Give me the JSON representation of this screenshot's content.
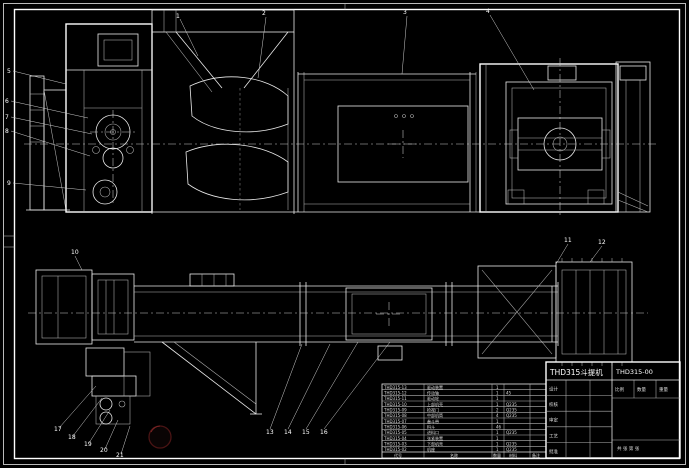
{
  "drawing": {
    "type": "bucket-elevator-assembly-cad-drawing",
    "colors": {
      "background": "#000000",
      "line": "#ffffff",
      "seal": "#4a1414"
    }
  },
  "title_block": {
    "product_title": "THD315斗提机",
    "drawing_number": "THD315-00",
    "sign_rows": [
      "设计",
      "校核",
      "审定",
      "工艺",
      "批准"
    ],
    "scale_label": "比例",
    "qty_label": "数量",
    "weight_label": "重量",
    "sheet_label": "共 张 第 张"
  },
  "bom": {
    "headers": [
      "代号",
      "名称",
      "数量",
      "材料",
      "备注"
    ],
    "rows": [
      {
        "code": "THD315-13",
        "name": "驱动装置",
        "qty": "1",
        "material": "",
        "remark": ""
      },
      {
        "code": "THD315-12",
        "name": "传动轴",
        "qty": "1",
        "material": "45",
        "remark": ""
      },
      {
        "code": "THD315-11",
        "name": "驱动轮",
        "qty": "1",
        "material": "",
        "remark": ""
      },
      {
        "code": "THD315-10",
        "name": "上部机壳",
        "qty": "1",
        "material": "Q235",
        "remark": ""
      },
      {
        "code": "THD315-09",
        "name": "检视门",
        "qty": "2",
        "material": "Q235",
        "remark": ""
      },
      {
        "code": "THD315-08",
        "name": "中部机筒",
        "qty": "4",
        "material": "Q235",
        "remark": ""
      },
      {
        "code": "THD315-07",
        "name": "畚斗带",
        "qty": "1",
        "material": "",
        "remark": ""
      },
      {
        "code": "THD315-06",
        "name": "料斗",
        "qty": "46",
        "material": "",
        "remark": ""
      },
      {
        "code": "THD315-05",
        "name": "进料口",
        "qty": "1",
        "material": "Q235",
        "remark": ""
      },
      {
        "code": "THD315-04",
        "name": "张紧装置",
        "qty": "1",
        "material": "",
        "remark": ""
      },
      {
        "code": "THD315-03",
        "name": "下部机壳",
        "qty": "1",
        "material": "Q235",
        "remark": ""
      },
      {
        "code": "THD315-02",
        "name": "机座",
        "qty": "1",
        "material": "Q235",
        "remark": ""
      }
    ]
  },
  "callouts": [
    "1",
    "2",
    "3",
    "4",
    "5",
    "6",
    "7",
    "8",
    "9",
    "10",
    "11",
    "12",
    "13",
    "14",
    "15",
    "16",
    "17",
    "18",
    "19",
    "20",
    "21"
  ]
}
